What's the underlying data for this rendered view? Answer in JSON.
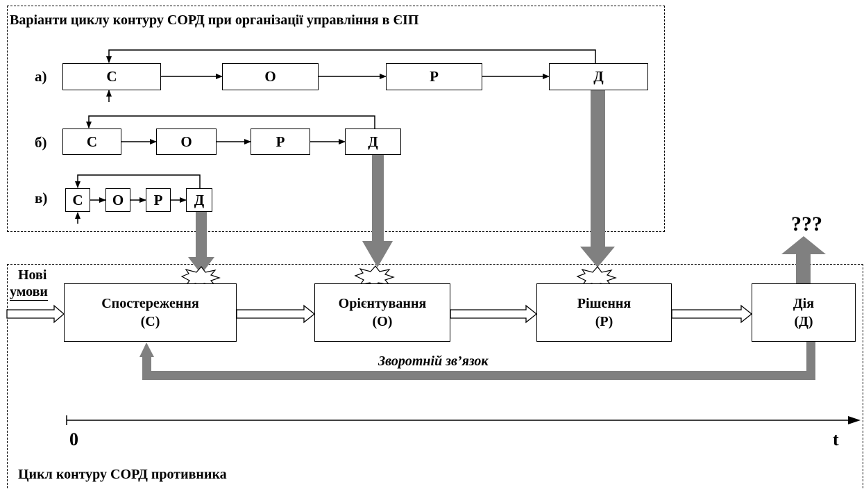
{
  "top_title": "Варіанти циклу контуру СОРД при організації управління в ЄІП",
  "bottom_title": "Цикл контуру СОРД противника",
  "rows": {
    "a": {
      "label": "а)",
      "boxes": [
        "С",
        "О",
        "Р",
        "Д"
      ]
    },
    "b": {
      "label": "б)",
      "boxes": [
        "С",
        "О",
        "Р",
        "Д"
      ]
    },
    "c": {
      "label": "в)",
      "boxes": [
        "С",
        "О",
        "Р",
        "Д"
      ]
    }
  },
  "new_conditions": {
    "line1": "Нові",
    "line2": "умови"
  },
  "stages": [
    {
      "name": "Спостереження",
      "code": "(С)"
    },
    {
      "name": "Орієнтування",
      "code": "(О)"
    },
    {
      "name": "Рішення",
      "code": "(Р)"
    },
    {
      "name": "Дія",
      "code": "(Д)"
    }
  ],
  "feedback_label": "Зворотній зв’язок",
  "question": "???",
  "axis": {
    "start": "0",
    "end": "t"
  }
}
